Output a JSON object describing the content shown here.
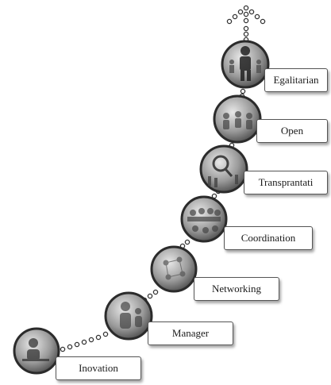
{
  "diagram": {
    "steps": [
      {
        "label": "Inovation",
        "icon": "person-at-desk-icon"
      },
      {
        "label": "Manager",
        "icon": "manager-figure-icon"
      },
      {
        "label": "Networking",
        "icon": "network-map-icon"
      },
      {
        "label": "Coordination",
        "icon": "group-meeting-icon"
      },
      {
        "label": "Transprantati",
        "icon": "magnifier-people-icon"
      },
      {
        "label": "Open",
        "icon": "team-discussion-icon"
      },
      {
        "label": "Egalitarian",
        "icon": "leader-with-group-icon"
      }
    ],
    "top_icon": "upward-arrow-dots-icon",
    "colors": {
      "circle_ring": "#2b2b2b",
      "connector_dot": "#ffffff",
      "label_border": "#555555"
    }
  }
}
